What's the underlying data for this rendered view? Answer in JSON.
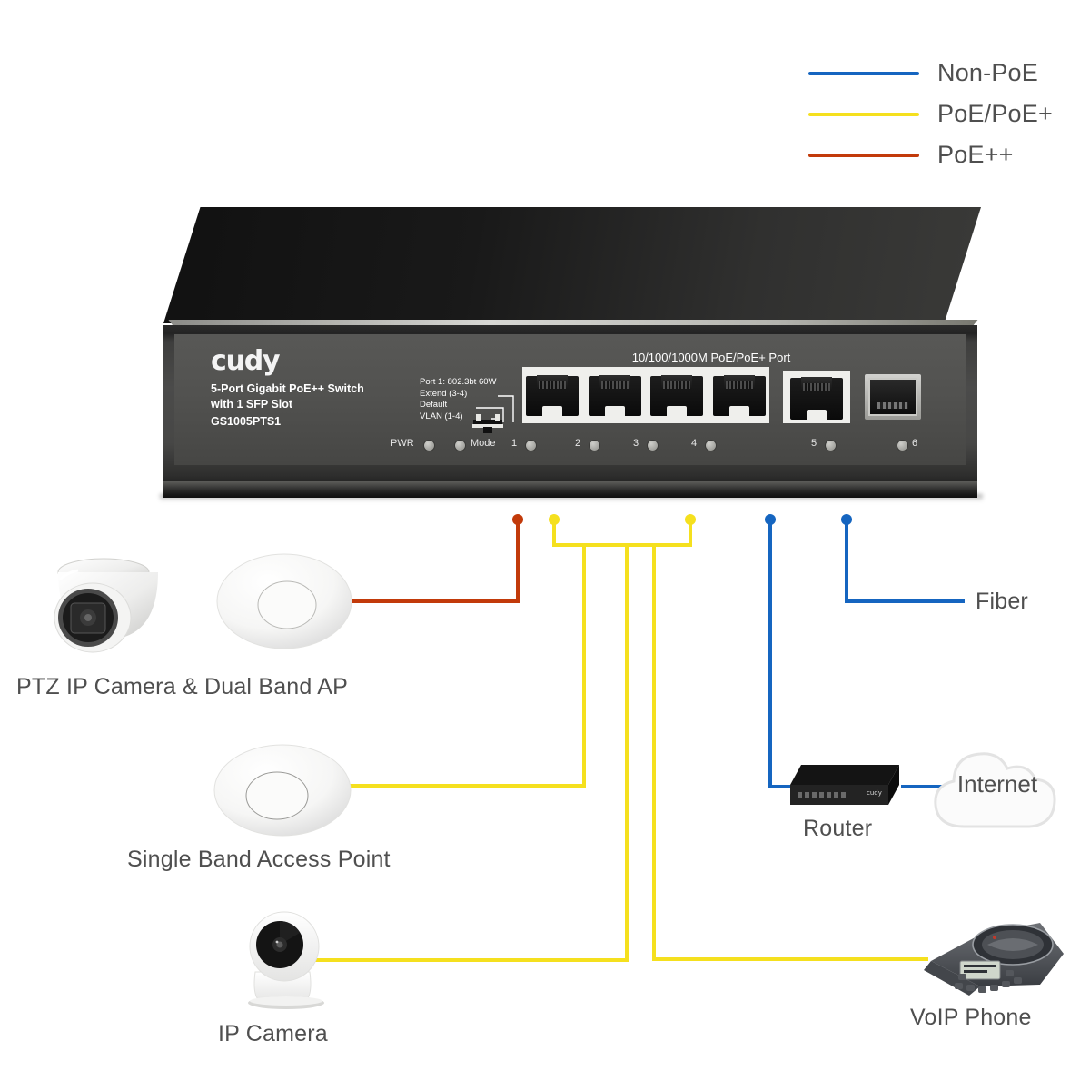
{
  "legend": {
    "items": [
      {
        "label": "Non-PoE",
        "color": "#1565c0"
      },
      {
        "label": "PoE/PoE+",
        "color": "#f5e01e"
      },
      {
        "label": "PoE++",
        "color": "#c23a0a"
      }
    ]
  },
  "switch": {
    "brand": "cudy",
    "model_line1": "5-Port Gigabit PoE++ Switch",
    "model_line2": "with 1 SFP Slot",
    "model_line3": "GS1005PTS1",
    "dip": {
      "line1": "Port 1: 802.3bt 60W",
      "line2": "Extend (3-4)",
      "line3": "Default",
      "line4": "VLAN (1-4)"
    },
    "port_title": "10/100/1000M PoE/PoE+ Port",
    "leds": {
      "pwr": "PWR",
      "mode": "Mode"
    },
    "port_numbers": [
      "1",
      "2",
      "3",
      "4",
      "5",
      "6"
    ]
  },
  "devices": [
    {
      "id": "ptz-camera-and-ap",
      "label": "PTZ IP Camera & Dual Band AP"
    },
    {
      "id": "single-band-ap",
      "label": "Single Band Access Point"
    },
    {
      "id": "ip-camera",
      "label": "IP Camera"
    },
    {
      "id": "router",
      "label": "Router"
    },
    {
      "id": "internet",
      "label": "Internet"
    },
    {
      "id": "voip-phone",
      "label": "VoIP Phone"
    },
    {
      "id": "fiber",
      "label": "Fiber"
    }
  ],
  "connections": [
    {
      "from_port": "1",
      "to": "ptz-camera-and-ap",
      "type": "PoE++"
    },
    {
      "from_port": "2",
      "to": "single-band-ap",
      "type": "PoE/PoE+"
    },
    {
      "from_port": "3",
      "to": "ip-camera",
      "type": "PoE/PoE+"
    },
    {
      "from_port": "4",
      "to": "voip-phone",
      "type": "PoE/PoE+"
    },
    {
      "from_port": "5",
      "to": "router",
      "type": "Non-PoE"
    },
    {
      "from_port": "6",
      "to": "fiber",
      "type": "Non-PoE"
    }
  ],
  "colors": {
    "non_poe": "#1565c0",
    "poe": "#f5e01e",
    "poe_plus_plus": "#c23a0a",
    "text": "#4f4f4f"
  }
}
